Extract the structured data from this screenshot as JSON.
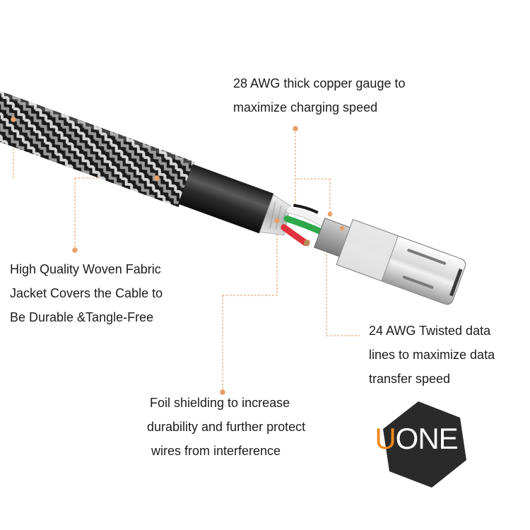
{
  "callouts": {
    "copper": [
      "28 AWG thick copper gauge to",
      "maximize charging speed"
    ],
    "fabric": [
      "High Quality Woven Fabric",
      "Jacket Covers the Cable to",
      "Be Durable &Tangle-Free"
    ],
    "data": [
      "24 AWG Twisted data",
      "lines to maximize data",
      "transfer speed"
    ],
    "foil": [
      "Foil shielding to increase",
      "durability and further protect",
      "wires from interference"
    ]
  },
  "logo": {
    "first": "U",
    "rest": "ONE"
  },
  "colors": {
    "leader": "#e8a16a",
    "text": "#1c1c1c",
    "logo_bg": "#2a2a2a",
    "logo_accent": "#f08a1c",
    "wire_red": "#e0323c",
    "wire_green": "#2ea84a",
    "wire_white": "#f2f2f2"
  }
}
